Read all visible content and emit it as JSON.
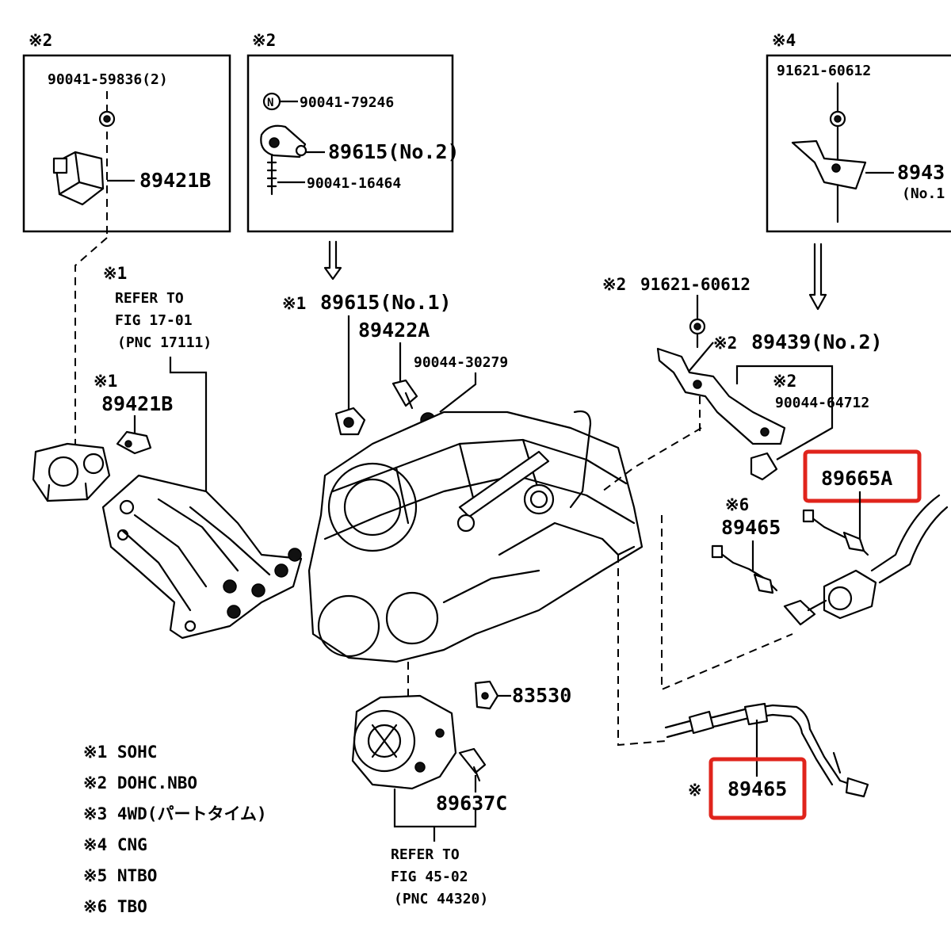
{
  "boxes": {
    "top_left": {
      "tag": "※2",
      "fastener": "90041-59836(2)",
      "part": "89421B"
    },
    "top_middle": {
      "tag": "※2",
      "fastener": "90041-79246",
      "part": "89615(No.2)",
      "bolt": "90041-16464"
    },
    "top_right": {
      "tag": "※4",
      "fastener": "91621-60612",
      "part": "8943",
      "part_note": "(No.1"
    }
  },
  "callouts": {
    "refer1": {
      "tag": "※1",
      "line1": "REFER TO",
      "line2": "FIG 17-01",
      "line3": "(PNC 17111)"
    },
    "p89421b": {
      "tag": "※1",
      "num": "89421B"
    },
    "p89615": {
      "tag": "※1",
      "num": "89615(No.1)"
    },
    "p89422a": "89422A",
    "p90044_30279": "90044-30279",
    "p91621": {
      "tag": "※2",
      "num": "91621-60612"
    },
    "p89439": {
      "tag": "※2",
      "num": "89439(No.2)"
    },
    "p90044_64712": {
      "tag": "※2",
      "num": "90044-64712"
    },
    "p89665a": "89665A",
    "p89465_a": {
      "tag": "※6",
      "num": "89465"
    },
    "p89465_b": {
      "tag": "※",
      "num": "89465"
    },
    "p83530": "83530",
    "p89637c": "89637C",
    "refer2": {
      "line1": "REFER TO",
      "line2": "FIG 45-02",
      "line3": "(PNC 44320)"
    }
  },
  "legend": [
    "※1 SOHC",
    "※2 DOHC.NBO",
    "※3 4WD(パートタイム)",
    "※4 CNG",
    "※5 NTBO",
    "※6 TBO"
  ],
  "colors": {
    "highlight": "#e0241c",
    "ink": "#000000"
  }
}
